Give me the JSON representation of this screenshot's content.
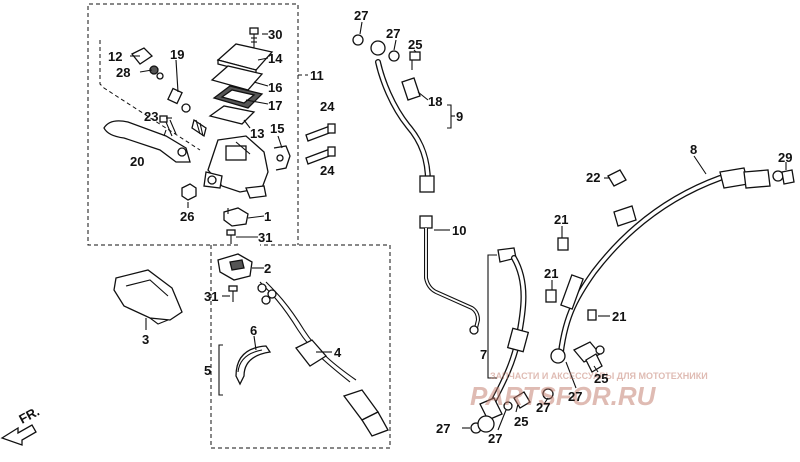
{
  "diagram": {
    "callouts": {
      "c1": "1",
      "c2": "2",
      "c3": "3",
      "c4": "4",
      "c5": "5",
      "c6": "6",
      "c7": "7",
      "c8": "8",
      "c9": "9",
      "c10": "10",
      "c11": "11",
      "c12": "12",
      "c13": "13",
      "c14": "14",
      "c15": "15",
      "c16": "16",
      "c17": "17",
      "c18": "18",
      "c19": "19",
      "c20": "20",
      "c21a": "21",
      "c21b": "21",
      "c21c": "21",
      "c22": "22",
      "c23": "23",
      "c24a": "24",
      "c24b": "24",
      "c25a": "25",
      "c25b": "25",
      "c25c": "25",
      "c26": "26",
      "c27a": "27",
      "c27b": "27",
      "c27c": "27",
      "c27d": "27",
      "c27e": "27",
      "c28": "28",
      "c29": "29",
      "c30": "30",
      "c31a": "31",
      "c31b": "31"
    },
    "direction_label": "FR."
  },
  "watermark": {
    "caption": "ЗАПЧАСТИ И АКСЕССУАРЫ ДЛЯ МОТОТЕХНИКИ",
    "logo": "PARTSFOR.RU"
  }
}
